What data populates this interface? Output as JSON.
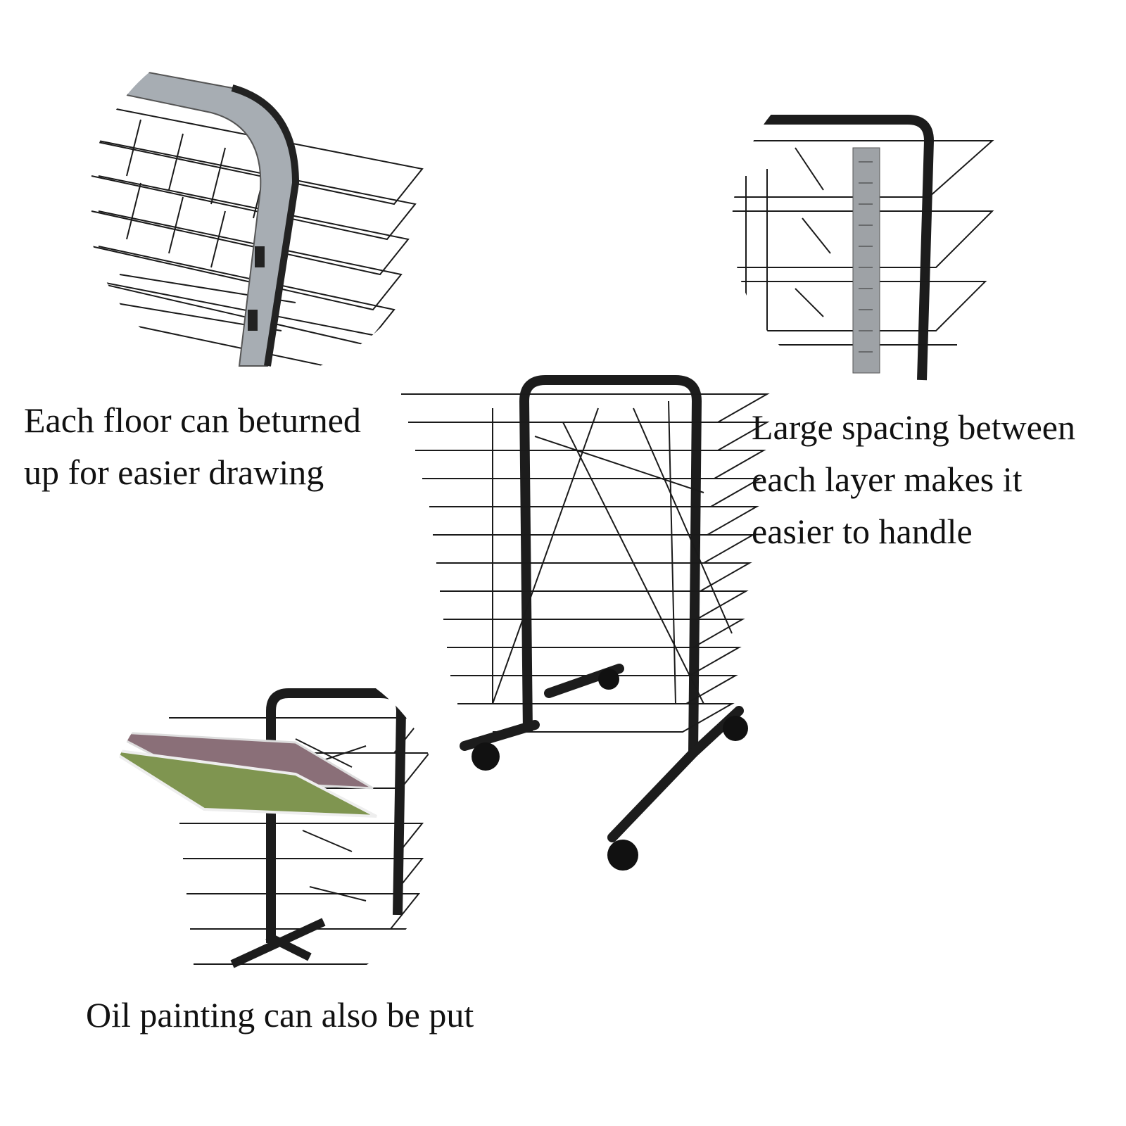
{
  "captions": {
    "top_left": "Each floor can beturned\nup for easier drawing",
    "top_right": "Large spacing between\neach layer makes it\neasier to handle",
    "bottom_left": "Oil painting can also be put"
  },
  "colors": {
    "wire": "#1a1a1a",
    "frame": "#1c1c1c",
    "metal_handle": "#a7adb3",
    "ruler": "#9ea2a6",
    "canvas_top": "#8a6f78",
    "canvas_green": "#7f9550",
    "background": "#ffffff"
  },
  "icons": {
    "detail_top_left": "drying-rack-handle-closeup",
    "detail_top_right": "ruler-measuring-shelf-spacing",
    "center_product": "mobile-drying-rack-with-casters",
    "detail_bottom_left": "rack-holding-oil-paintings"
  }
}
